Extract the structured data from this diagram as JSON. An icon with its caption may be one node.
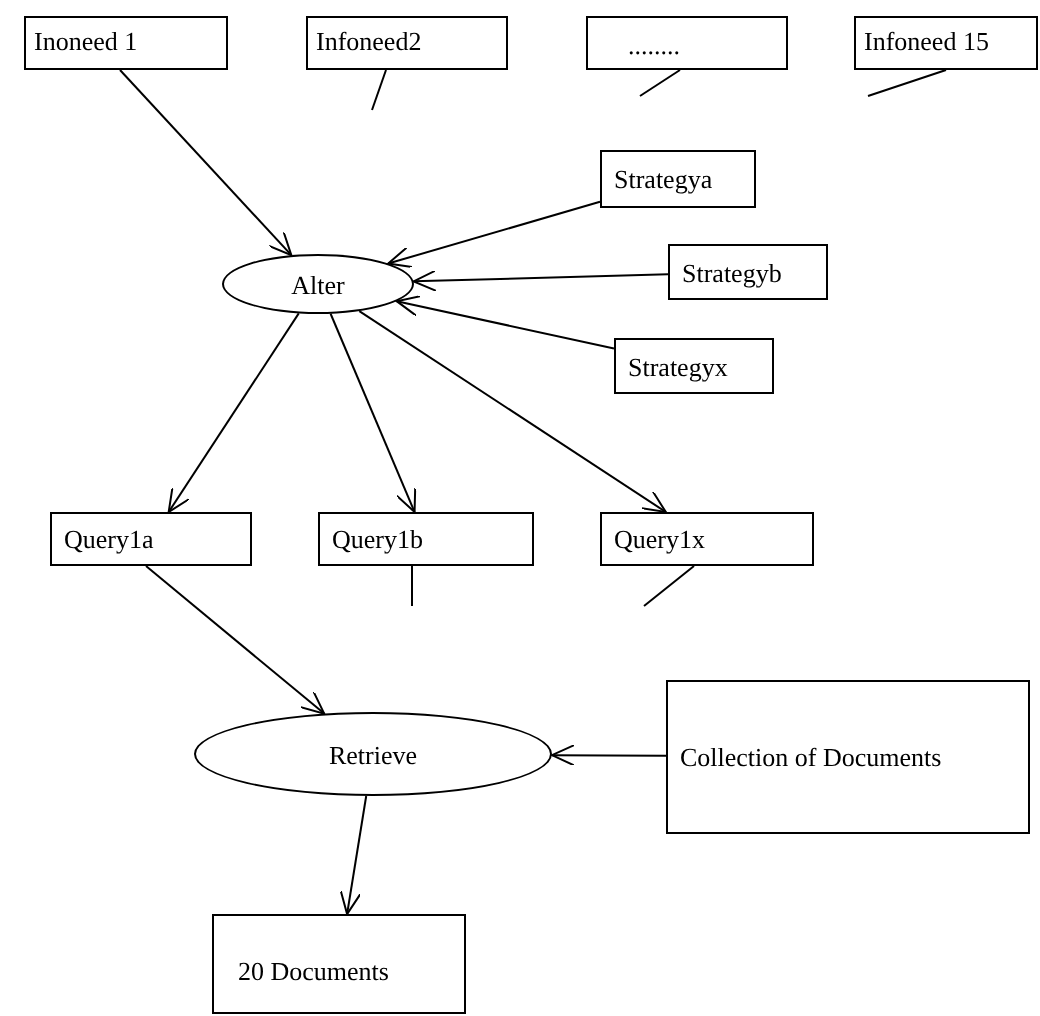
{
  "diagram": {
    "nodes": [
      {
        "text": [
          "Inoneed 1"
        ]
      },
      {
        "text": [
          "Infoneed2"
        ]
      },
      {
        "text": [
          "........"
        ]
      },
      {
        "text": [
          "Infoneed 15"
        ]
      },
      {
        "text": [
          "Alter"
        ]
      },
      {
        "text": [
          "Strategya"
        ]
      },
      {
        "text": [
          "Strategyb"
        ]
      },
      {
        "text": [
          "Strategyx"
        ]
      },
      {
        "text": [
          "Query1a"
        ]
      },
      {
        "text": [
          "Query1b"
        ]
      },
      {
        "text": [
          "Query1x"
        ]
      },
      {
        "text": [
          "Retrieve"
        ]
      },
      {
        "text": [
          "Collection of Documents"
        ]
      },
      {
        "text": [
          "20 Documents"
        ]
      }
    ],
    "edges": [
      {
        "from": 0,
        "to": 4,
        "arrow": "to"
      },
      {
        "from": 1,
        "to": null,
        "arrow": "none"
      },
      {
        "from": 2,
        "to": null,
        "arrow": "none"
      },
      {
        "from": 3,
        "to": null,
        "arrow": "none"
      },
      {
        "from": 5,
        "to": 4,
        "arrow": "to"
      },
      {
        "from": 6,
        "to": 4,
        "arrow": "to"
      },
      {
        "from": 7,
        "to": 4,
        "arrow": "to"
      },
      {
        "from": 4,
        "to": 8,
        "arrow": "to"
      },
      {
        "from": 4,
        "to": 9,
        "arrow": "to"
      },
      {
        "from": 4,
        "to": 10,
        "arrow": "to"
      },
      {
        "from": 9,
        "to": null,
        "arrow": "none"
      },
      {
        "from": 10,
        "to": null,
        "arrow": "none"
      },
      {
        "from": 8,
        "to": 11,
        "arrow": "to"
      },
      {
        "from": 12,
        "to": 11,
        "arrow": "to"
      },
      {
        "from": 11,
        "to": 13,
        "arrow": "to"
      }
    ]
  }
}
